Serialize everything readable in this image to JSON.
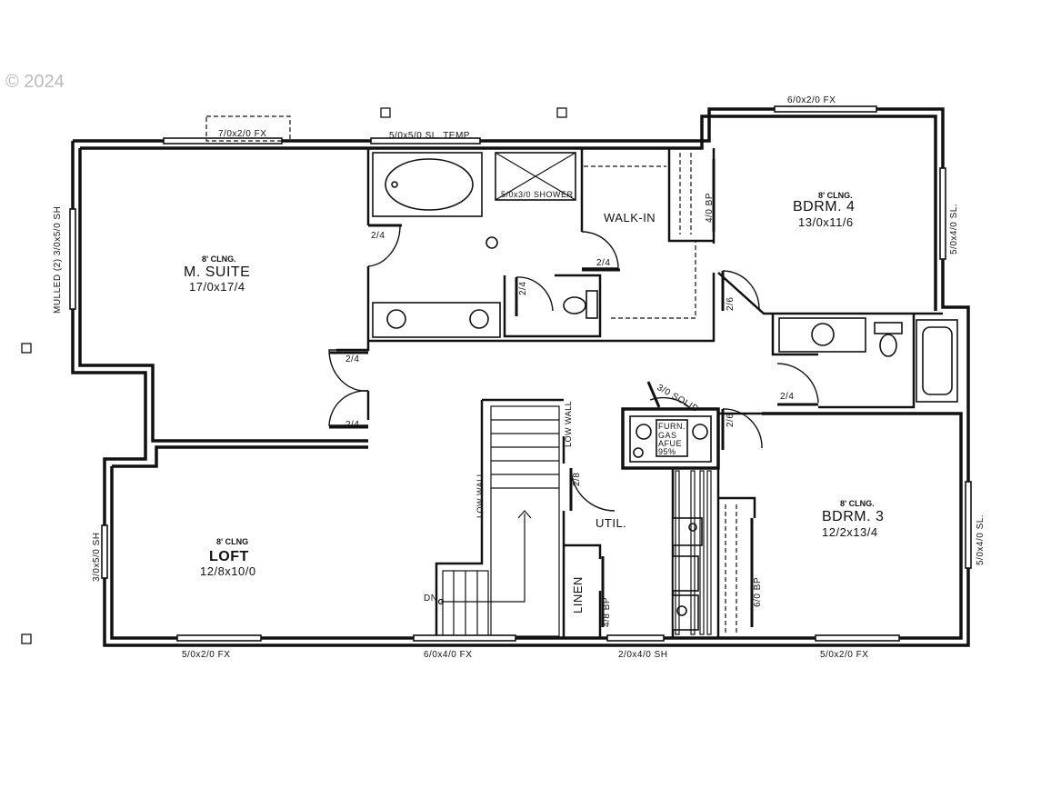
{
  "copyright": "© 2024",
  "rooms": {
    "m_suite": {
      "clng": "8' CLNG.",
      "name": "M. SUITE",
      "size": "17/0x17/4"
    },
    "bdrm4": {
      "clng": "8' CLNG.",
      "name": "BDRM. 4",
      "size": "13/0x11/6"
    },
    "bdrm3": {
      "clng": "8' CLNG.",
      "name": "BDRM. 3",
      "size": "12/2x13/4"
    },
    "loft": {
      "clng": "8' CLNG",
      "name": "LOFT",
      "size": "12/8x10/0"
    },
    "walkin": {
      "name": "WALK-IN"
    },
    "util": {
      "name": "UTIL."
    },
    "linen": {
      "name": "LINEN"
    }
  },
  "windows": {
    "suite_top": "7/0x2/0 FX",
    "bath_top": "5/0x5/0 SL. TEMP.",
    "bdrm4_top": "6/0x2/0 FX",
    "suite_left": "MULLED (2) 3/0x5/0 SH",
    "bdrm4_right": "5/0x4/0 SL.",
    "loft_left": "3/0x5/0 SH",
    "bdrm3_right": "5/0x4/0 SL.",
    "bottom_1": "5/0x2/0 FX",
    "bottom_2": "6/0x4/0 FX",
    "bottom_3": "2/0x4/0 SH",
    "bottom_4": "5/0x2/0 FX"
  },
  "doors": {
    "d1": "2/4",
    "d2": "2/4",
    "d3": "2/4",
    "d4": "2/4",
    "d5": "2/4",
    "d6": "2/6",
    "d7": "2/4",
    "d8": "2/6",
    "d9": "2/8",
    "d10": "3/0 SOLID"
  },
  "notes": {
    "shower": "5/0x3/0 SHOWER",
    "bp4": "4/0 BP",
    "bp6": "6/0 BP",
    "bp48": "4/8 BP",
    "low_wall_1": "LOW WALL",
    "low_wall_2": "LOW WALL",
    "dn": "DN",
    "furn": [
      "FURN.",
      "GAS",
      "AFUE",
      "95%"
    ]
  }
}
